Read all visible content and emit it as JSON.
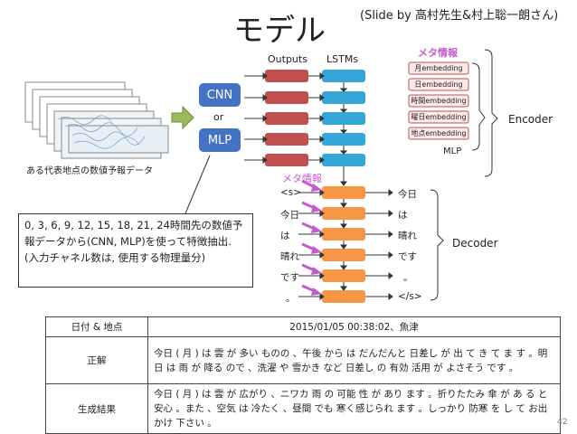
{
  "title": "モデル",
  "credit": "(Slide by 高村先生&村上聡一朗さん)",
  "left_caption": "ある代表地点の数値予報データ",
  "cnn": "CNN",
  "or": "or",
  "mlp": "MLP",
  "outputs": "Outputs",
  "lstms": "LSTMs",
  "meta_top": "メタ情報",
  "meta_items": [
    "月embedding",
    "日embedding",
    "時間embedding",
    "曜日embedding",
    "地点embedding"
  ],
  "mlp_small": "MLP",
  "encoder": "Encoder",
  "meta_mid": "メタ情報",
  "dec_in": [
    "<s>",
    "今日",
    "は",
    "晴れ",
    "です",
    "。"
  ],
  "dec_out": [
    "今日",
    "は",
    "晴れ",
    "です",
    "。",
    "</s>"
  ],
  "decoder": "Decoder",
  "note": "0, 3, 6, 9, 12, 15, 18, 21, 24時間先の数値予報データから(CNN, MLP)を使って特徴抽出. (入力チャネル数は, 使用する物理量分)",
  "table": {
    "r1k": "日付 & 地点",
    "r1v": "2015/01/05 00:38:02、魚津",
    "r2k": "正解",
    "r2v": "今日 ( 月 ) は 雲 が 多い ものの 、午後 から は だんだんと 日差し が 出 て き て ま す 。明日 は 雨 が 降る ので 、洗濯 や 雪かき など 日差し の 有効 活用 が よさそう です 。",
    "r3k": "生成結果",
    "r3v": "今日 ( 月 ) は 雲 が 広がり 、ニワカ 雨 の 可能 性 が あり ます 。折りたたみ 傘 が あ る と 安心 。また 、空気 は 冷たく 、昼間 でも 寒く感じられ ます 。しっかり 防寒 を し て お出かけ 下さい 。"
  },
  "page_number": "42",
  "colors": {
    "cnn": "#4472c4",
    "lstm": "#33a7d8",
    "output": "#c0504d",
    "dec": "#f79646",
    "meta": "#c55ad1",
    "embed_border": "#c0504d"
  }
}
